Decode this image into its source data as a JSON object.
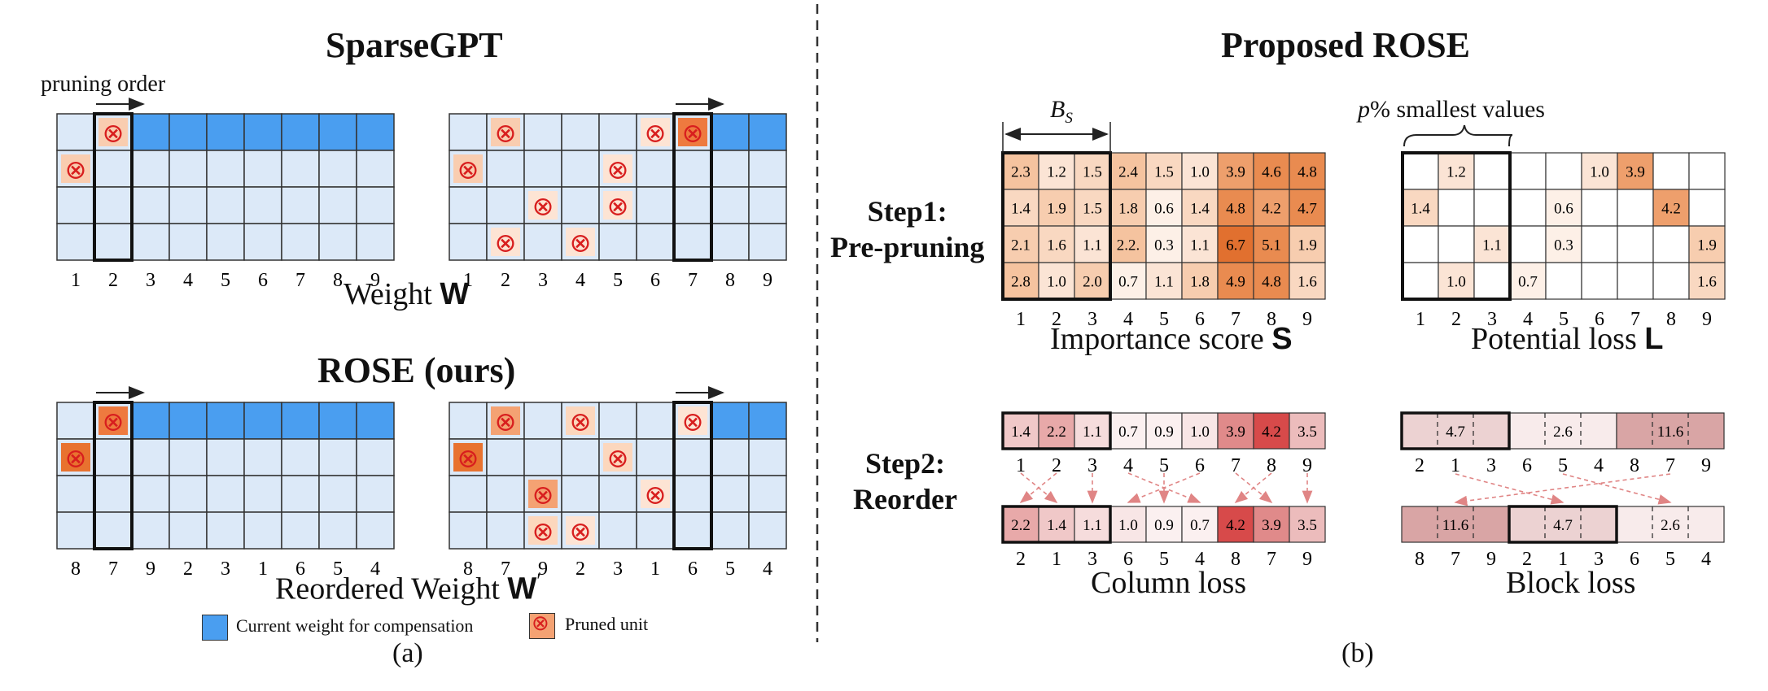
{
  "panel_a": {
    "title_top": "SparseGPT",
    "title_bottom": "ROSE (ours)",
    "pruning_order_label": "pruning order",
    "weight_label": "Weight ",
    "weight_symbol": "W",
    "reordered_label": "Reordered Weight ",
    "reordered_symbol": "W",
    "reordered_prime": "′",
    "legend_current": "Current weight for compensation",
    "legend_pruned": "Pruned unit",
    "caption": "(a)",
    "sparse_cols": [
      "1",
      "2",
      "3",
      "4",
      "5",
      "6",
      "7",
      "8",
      "9"
    ],
    "rose_cols": [
      "8",
      "7",
      "9",
      "2",
      "3",
      "1",
      "6",
      "5",
      "4"
    ],
    "pruned_symbol": "⊗"
  },
  "panel_b": {
    "title": "Proposed ROSE",
    "step1_line1": "Step1:",
    "step1_line2": "Pre-pruning",
    "step2_line1": "Step2:",
    "step2_line2": "Reorder",
    "block_size_label": "B",
    "block_size_sub": "S",
    "smallest_label_var": "p",
    "smallest_label_rest": "% smallest values",
    "importance_label": "Importance score ",
    "importance_symbol": "S",
    "potential_label": "Potential loss ",
    "potential_symbol": "L",
    "column_loss_label": "Column loss",
    "block_loss_label": "Block loss",
    "caption": "(b)",
    "cols": [
      "1",
      "2",
      "3",
      "4",
      "5",
      "6",
      "7",
      "8",
      "9"
    ],
    "importance": [
      [
        "2.3",
        "1.2",
        "1.5",
        "2.4",
        "1.5",
        "1.0",
        "3.9",
        "4.6",
        "4.8"
      ],
      [
        "1.4",
        "1.9",
        "1.5",
        "1.8",
        "0.6",
        "1.4",
        "4.8",
        "4.2",
        "4.7"
      ],
      [
        "2.1",
        "1.6",
        "1.1",
        "2.2.",
        "0.3",
        "1.1",
        "6.7",
        "5.1",
        "1.9"
      ],
      [
        "2.8",
        "1.0",
        "2.0",
        "0.7",
        "1.1",
        "1.8",
        "4.9",
        "4.8",
        "1.6"
      ]
    ],
    "potential": [
      [
        "",
        "1.2",
        "",
        "",
        "",
        "1.0",
        "3.9",
        "",
        ""
      ],
      [
        "1.4",
        "",
        "",
        "",
        "0.6",
        "",
        "",
        "4.2",
        ""
      ],
      [
        "",
        "",
        "1.1",
        "",
        "0.3",
        "",
        "",
        "",
        "1.9"
      ],
      [
        "",
        "1.0",
        "",
        "0.7",
        "",
        "",
        "",
        "",
        "1.6"
      ]
    ],
    "col_loss_top": [
      "1.4",
      "2.2",
      "1.1",
      "0.7",
      "0.9",
      "1.0",
      "3.9",
      "4.2",
      "3.5"
    ],
    "col_loss_top_idx": [
      "1",
      "2",
      "3",
      "4",
      "5",
      "6",
      "7",
      "8",
      "9"
    ],
    "col_loss_bottom": [
      "2.2",
      "1.4",
      "1.1",
      "1.0",
      "0.9",
      "0.7",
      "4.2",
      "3.9",
      "3.5"
    ],
    "col_loss_bottom_idx": [
      "2",
      "1",
      "3",
      "6",
      "5",
      "4",
      "8",
      "7",
      "9"
    ],
    "block_top_values": [
      "4.7",
      "2.6",
      "11.6"
    ],
    "block_top_idx": [
      "2",
      "1",
      "3",
      "6",
      "5",
      "4",
      "8",
      "7",
      "9"
    ],
    "block_bottom_values": [
      "11.6",
      "4.7",
      "2.6"
    ],
    "block_bottom_idx": [
      "8",
      "7",
      "9",
      "2",
      "1",
      "3",
      "6",
      "5",
      "4"
    ]
  },
  "colors": {
    "light_blue": "#dce9f8",
    "current_blue": "#4a9ef0",
    "pruned_orange": "#f4a273",
    "pruned_dark": "#ee7a3f"
  }
}
